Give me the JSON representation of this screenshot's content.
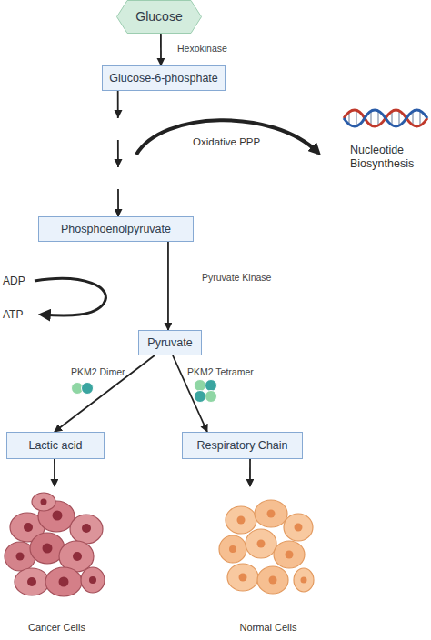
{
  "diagram": {
    "nodes": [
      {
        "text": [
          "Glucose"
        ]
      },
      {
        "text": [
          "Glucose-6-phosphate"
        ]
      },
      {
        "text": [
          "Phosphoenolpyruvate"
        ]
      },
      {
        "text": [
          "Pyruvate"
        ]
      },
      {
        "text": [
          "Lactic acid"
        ]
      },
      {
        "text": [
          "Respiratory Chain"
        ]
      },
      {
        "text": [
          "Cancer Cells"
        ]
      },
      {
        "text": [
          "Normal Cells"
        ]
      }
    ],
    "edges": [
      {
        "from": 0,
        "to": 1,
        "label": "Hexokinase",
        "arrow": "to"
      },
      {
        "from": 1,
        "to": 2,
        "arrow": "to"
      },
      {
        "from": 2,
        "to": 3,
        "label": "Pyruvate Kinase",
        "arrow": "to"
      },
      {
        "from": 3,
        "to": 4,
        "label": "PKM2 Dimer",
        "arrow": "to"
      },
      {
        "from": 3,
        "to": 5,
        "label": "PKM2 Tetramer",
        "arrow": "to"
      },
      {
        "from": 4,
        "to": 6,
        "arrow": "to"
      },
      {
        "from": 5,
        "to": 7,
        "arrow": "to"
      }
    ],
    "labels": [
      "Oxidative PPP",
      "Nucleotide Biosynthesis",
      "ADP",
      "ATP"
    ]
  }
}
